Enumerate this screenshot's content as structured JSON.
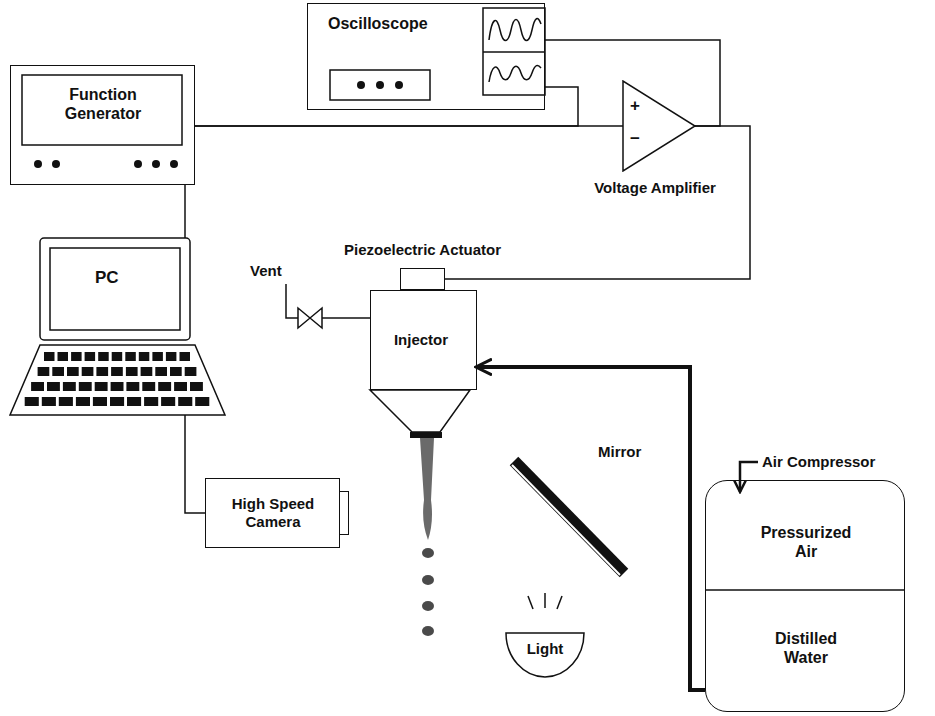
{
  "diagram": {
    "nodes": [
      {
        "text": [
          "Oscilloscope"
        ]
      },
      {
        "text": [
          "Function Generator"
        ]
      },
      {
        "text": [
          "Voltage Amplifier"
        ]
      },
      {
        "text": [
          "PC"
        ]
      },
      {
        "text": [
          "High Speed Camera"
        ]
      },
      {
        "text": [
          "Piezoelectric Actuator"
        ]
      },
      {
        "text": [
          "Injector"
        ]
      },
      {
        "text": [
          "Light"
        ]
      },
      {
        "text": [
          "Pressurized Air",
          "Distilled Water"
        ]
      }
    ],
    "edges": [
      {
        "from": 1,
        "to": 2,
        "arrow": "none"
      },
      {
        "from": 1,
        "to": 0,
        "arrow": "none"
      },
      {
        "from": 2,
        "to": 0,
        "arrow": "none"
      },
      {
        "from": 2,
        "to": 5,
        "arrow": "none"
      },
      {
        "from": 1,
        "to": 3,
        "arrow": "none"
      },
      {
        "from": 3,
        "to": 4,
        "arrow": "none"
      },
      {
        "from": 8,
        "to": 6,
        "arrow": "to"
      }
    ],
    "labels": [
      "+",
      "−",
      "Vent",
      "Mirror",
      "Air Compressor"
    ]
  }
}
